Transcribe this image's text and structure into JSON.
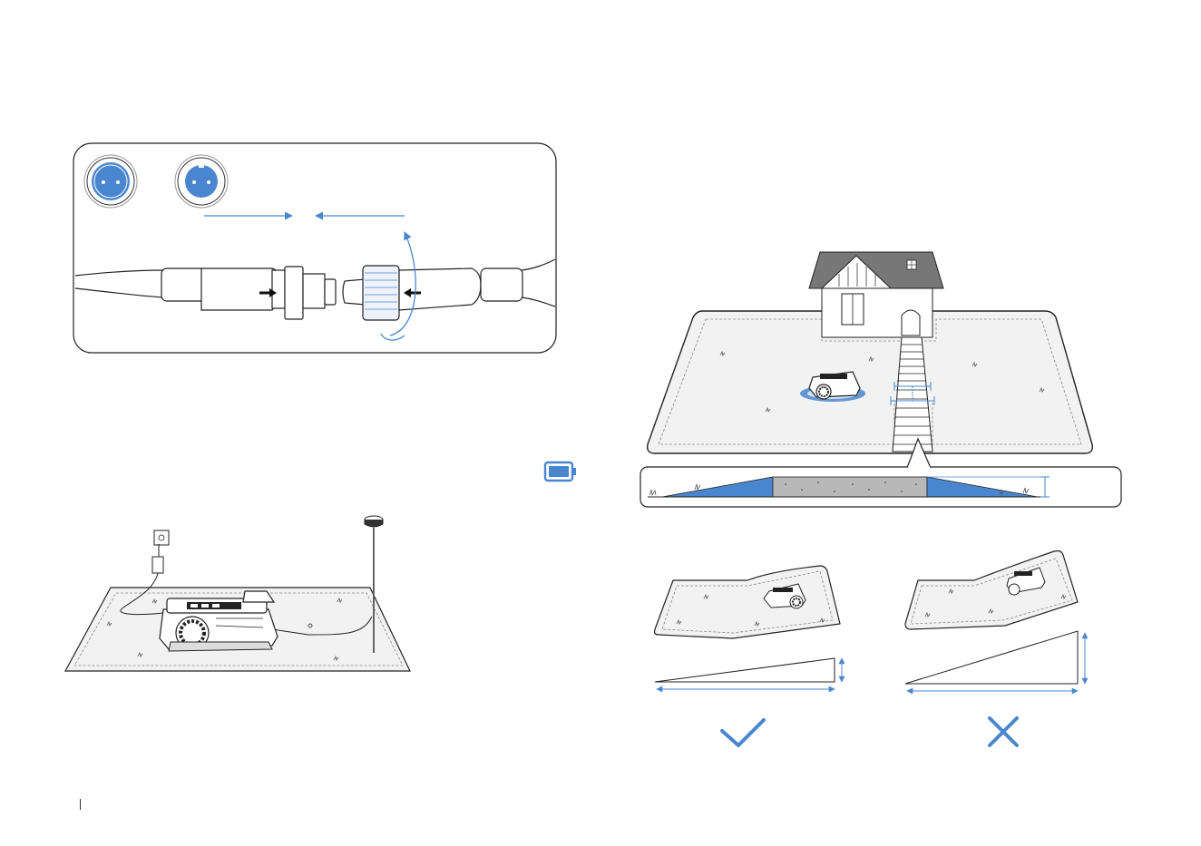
{
  "colors": {
    "accent": "#4a86cf",
    "line": "#222222",
    "lawn": "#f2f2f2",
    "paving": "#b8b8b8",
    "roof": "#777777",
    "battery": "#4a86cf"
  },
  "icons": {
    "connector_socket": "connector-socket-icon",
    "connector_plug": "connector-plug-icon",
    "battery": "battery-icon",
    "correct": "check-icon",
    "incorrect": "cross-icon"
  },
  "figures": [
    "cable-connector-illustration",
    "charging-station-setup-illustration",
    "house-lawn-pathway-illustration",
    "slope-comparison-illustration"
  ]
}
